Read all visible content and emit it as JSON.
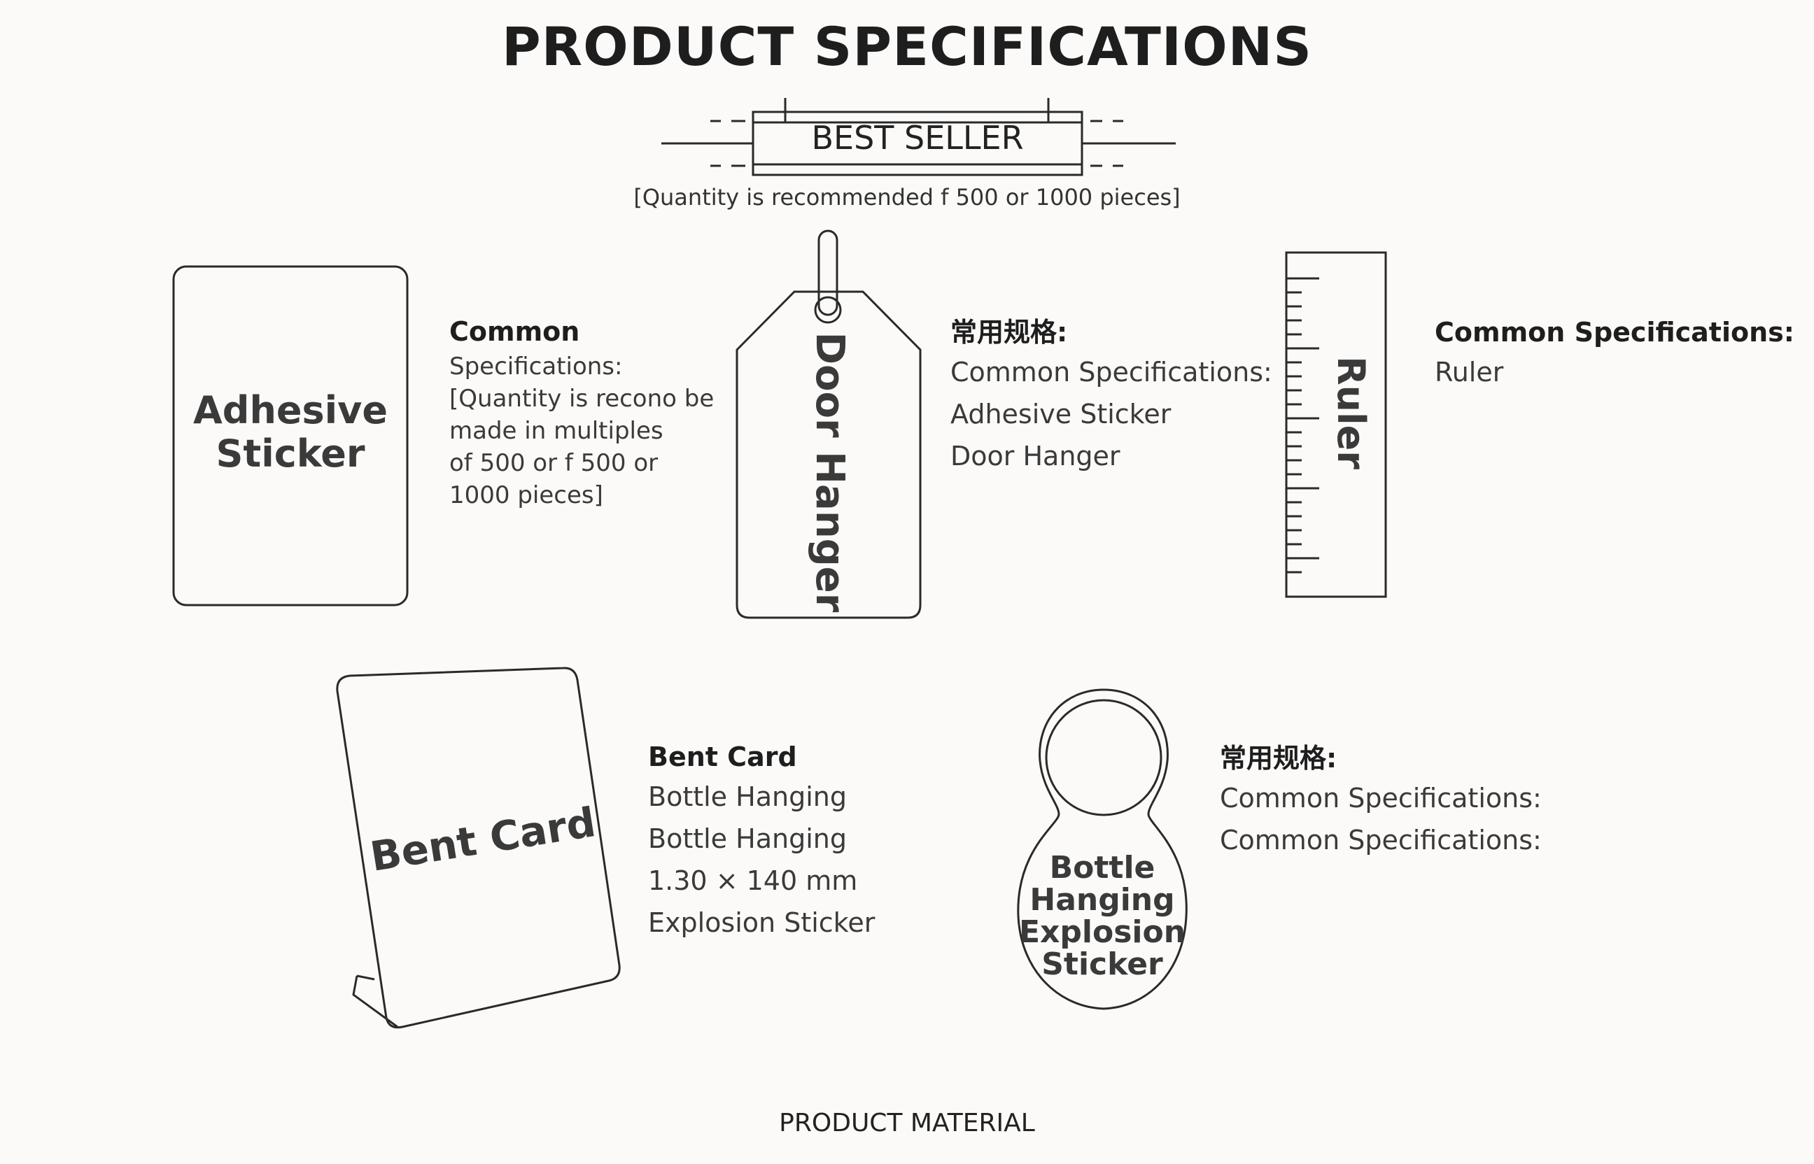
{
  "title": "PRODUCT SPECIFICATIONS",
  "banner": {
    "label": "BEST SELLER",
    "note": "[Quantity is recommended f 500 or 1000 pieces]"
  },
  "products": {
    "adhesive_sticker": {
      "shape_label_line1": "Adhesive",
      "shape_label_line2": "Sticker",
      "spec_title": "Common",
      "spec_lines": [
        "Specifications:",
        "[Quantity is recono be",
        "made in multiples",
        "of 500 or f 500 or",
        "1000 pieces]"
      ]
    },
    "door_hanger": {
      "shape_label": "Door Hanger",
      "spec_title": "常用规格:",
      "spec_lines": [
        "Common Specifications:",
        "Adhesive Sticker",
        "Door Hanger"
      ]
    },
    "ruler": {
      "shape_label": "Ruler",
      "spec_title": "Common Specifications:",
      "spec_lines": [
        "Ruler"
      ]
    },
    "bent_card": {
      "shape_label": "Bent Card",
      "spec_title": "Bent Card",
      "spec_lines": [
        "Bottle Hanging",
        "Bottle Hanging",
        "1.30 × 140 mm",
        "Explosion Sticker"
      ]
    },
    "bottle_hanging": {
      "shape_label_lines": [
        "Bottle",
        "Hanging",
        "Explosion",
        "Sticker"
      ],
      "spec_title": "常用规格:",
      "spec_lines": [
        "Common Specifications:",
        "Common Specifications:"
      ]
    }
  },
  "footer": "PRODUCT MATERIAL",
  "colors": {
    "line": "#2a2a2a",
    "background": "#fbfaf8",
    "text": "#1e1e1e",
    "muted": "#3a3a3a"
  }
}
